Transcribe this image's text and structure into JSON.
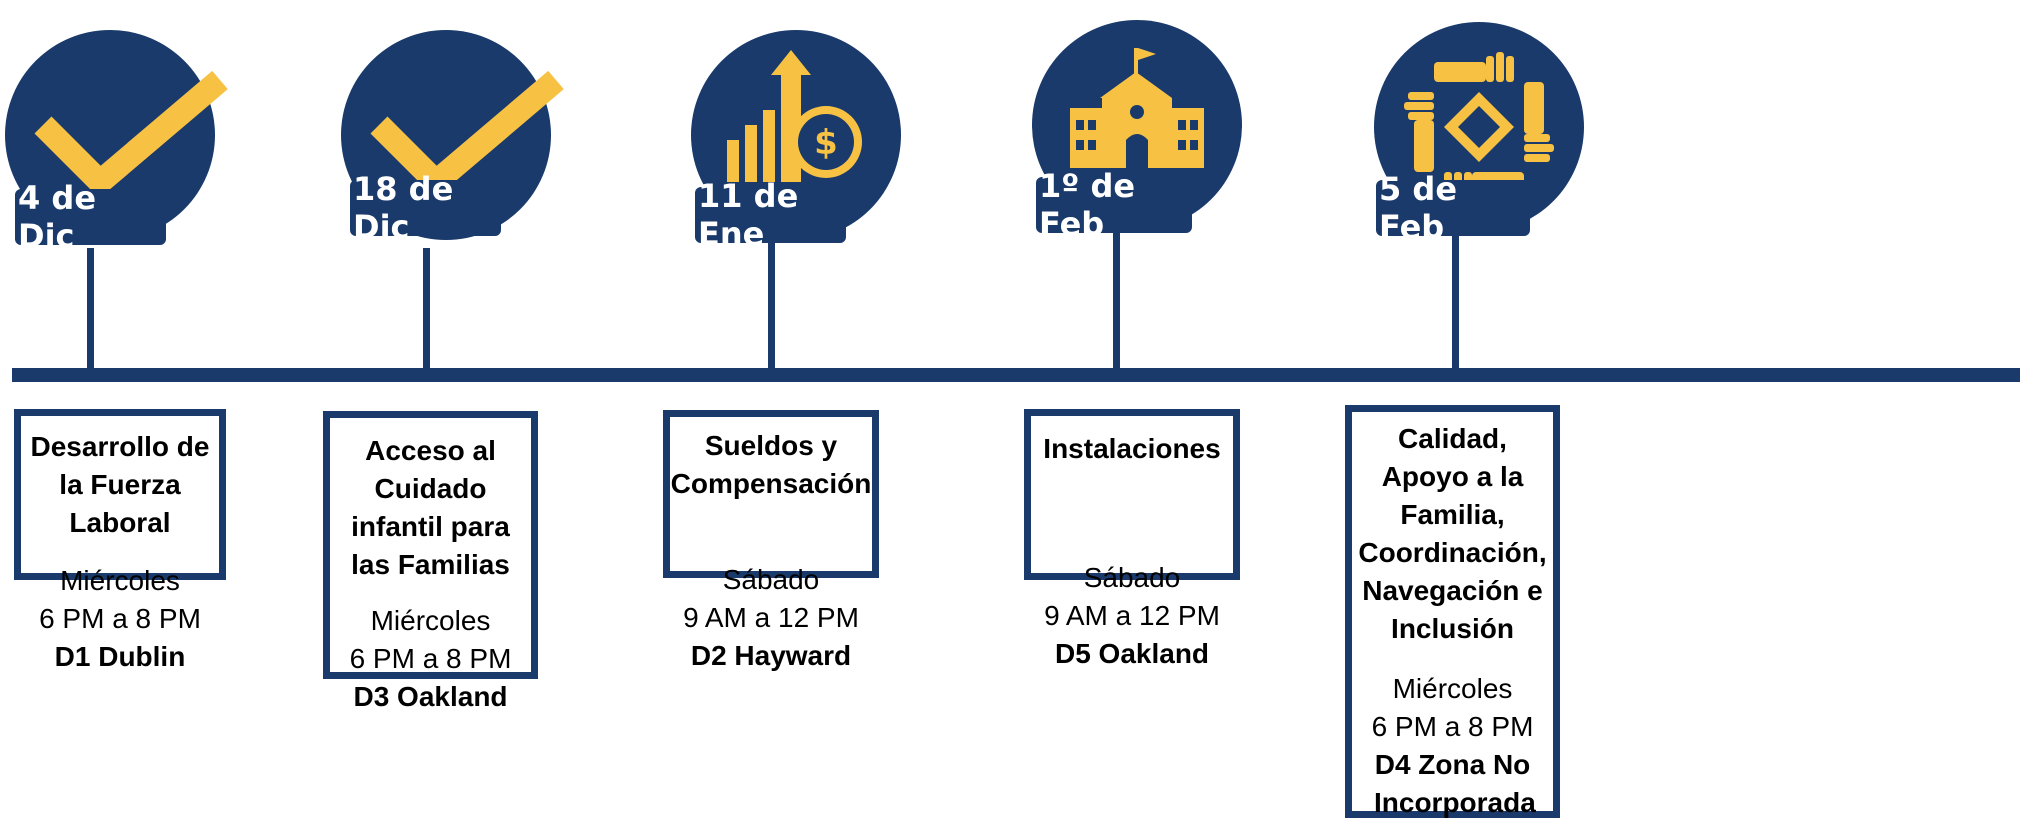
{
  "colors": {
    "navy": "#1a3a6b",
    "gold": "#f7c244",
    "white": "#ffffff"
  },
  "events": [
    {
      "date": "4 de Dic",
      "icon": "checkmark-icon",
      "topic": "Desarrollo de la Fuerza Laboral",
      "day": "Miércoles",
      "time": "6 PM a 8 PM",
      "place": "D1 Dublin"
    },
    {
      "date": "18 de Dic",
      "icon": "checkmark-icon",
      "topic": "Acceso al Cuidado infantil para las Familias",
      "day": "Miércoles",
      "time": "6 PM a 8 PM",
      "place": "D3 Oakland"
    },
    {
      "date": "11 de Ene",
      "icon": "money-growth-icon",
      "topic": "Sueldos y Compensación",
      "day": "Sábado",
      "time": "9 AM a 12 PM",
      "place": "D2 Hayward"
    },
    {
      "date": "1º  de Feb",
      "icon": "school-building-icon",
      "topic": "Instalaciones",
      "day": "Sábado",
      "time": "9 AM a 12 PM",
      "place": "D5 Oakland"
    },
    {
      "date": "5 de Feb",
      "icon": "hands-collaboration-icon",
      "topic": "Calidad, Apoyo a la Familia, Coordinación, Navegación e Inclusión",
      "day": "Miércoles",
      "time": "6 PM a 8 PM",
      "place": "D4  Zona No Incorporada"
    }
  ]
}
